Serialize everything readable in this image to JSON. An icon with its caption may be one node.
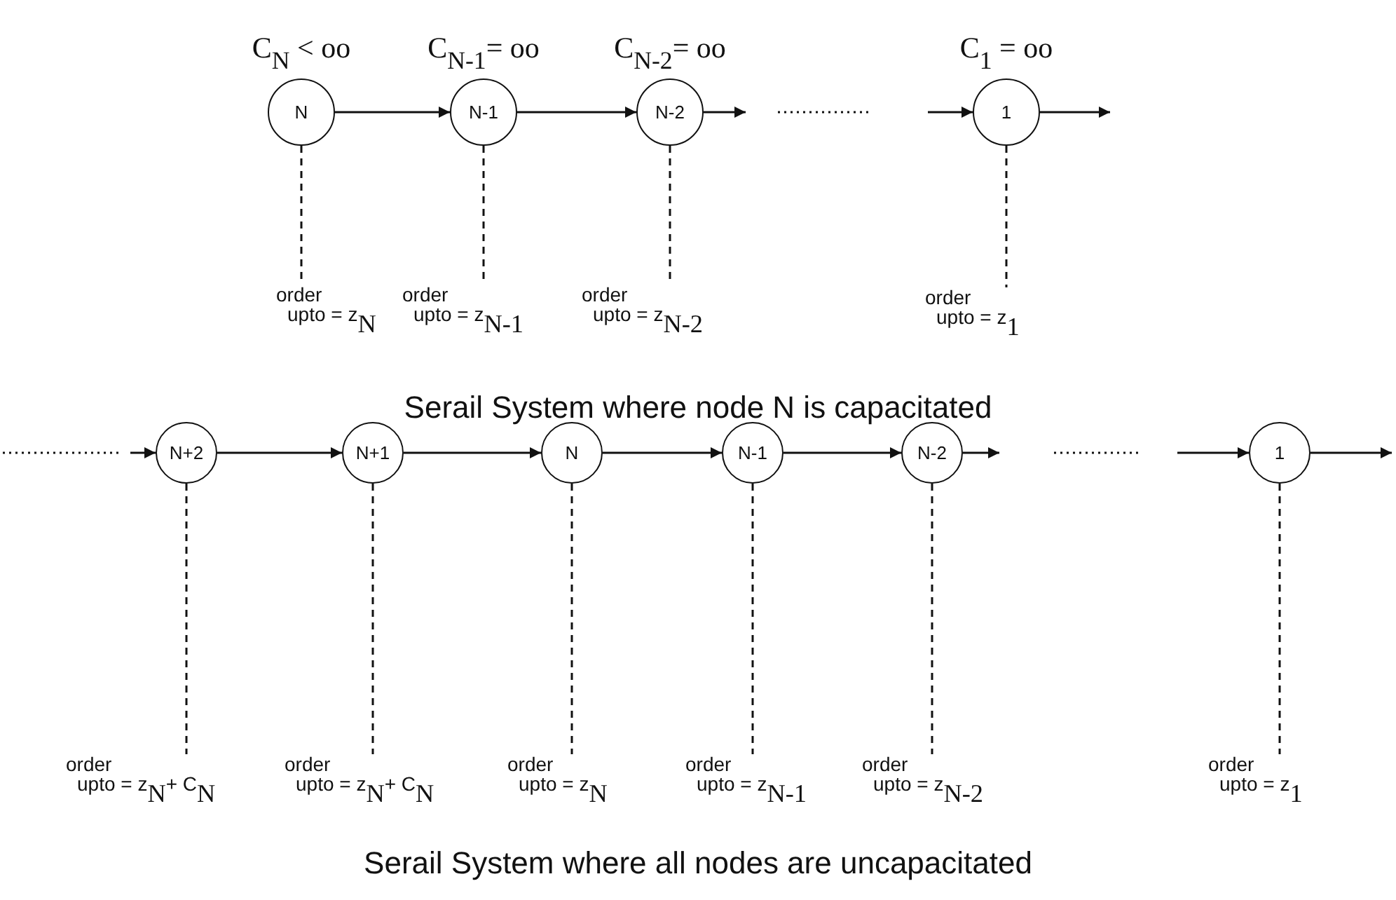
{
  "diagram": {
    "nodes": [
      {
        "text": [
          "N"
        ],
        "beside": [
          "C$_{N}$ < oo"
        ]
      },
      {
        "text": [
          "N-1"
        ],
        "beside": [
          "C$_{N-1}$= oo"
        ]
      },
      {
        "text": [
          "N-2"
        ],
        "beside": [
          "C$_{N-2}$= oo"
        ]
      },
      {
        "text": [
          "1"
        ],
        "beside": [
          "C$_{1}$ = oo"
        ]
      },
      {
        "text": [
          "N+2"
        ]
      },
      {
        "text": [
          "N+1"
        ]
      },
      {
        "text": [
          "N"
        ]
      },
      {
        "text": [
          "N-1"
        ]
      },
      {
        "text": [
          "N-2"
        ]
      },
      {
        "text": [
          "1"
        ]
      },
      {
        "text": [
          "order",
          "upto = z$_{N}$"
        ]
      },
      {
        "text": [
          "order",
          "upto = z$_{N-1}$"
        ]
      },
      {
        "text": [
          "order",
          "upto = z$_{N-2}$"
        ]
      },
      {
        "text": [
          "order",
          "upto = z$_{1}$"
        ]
      },
      {
        "text": [
          "order",
          "upto = z$_{N}$+ C$_{N}$"
        ]
      },
      {
        "text": [
          "order",
          "upto = z$_{N}$+ C$_{N}$"
        ]
      },
      {
        "text": [
          "order",
          "upto = z$_{N}$"
        ]
      },
      {
        "text": [
          "order",
          "upto = z$_{N-1}$"
        ]
      },
      {
        "text": [
          "order",
          "upto = z$_{N-2}$"
        ]
      },
      {
        "text": [
          "order",
          "upto = z$_{1}$"
        ]
      }
    ],
    "edges": [
      {
        "from": 0,
        "to": 1,
        "arrow": "to"
      },
      {
        "from": 1,
        "to": 2,
        "arrow": "to"
      },
      {
        "from": 2,
        "to": null,
        "arrow": "to"
      },
      {
        "from": null,
        "to": 3,
        "arrow": "to"
      },
      {
        "from": 3,
        "to": null,
        "arrow": "to"
      },
      {
        "from": null,
        "to": 4,
        "arrow": "to"
      },
      {
        "from": 4,
        "to": 5,
        "arrow": "to"
      },
      {
        "from": 5,
        "to": 6,
        "arrow": "to"
      },
      {
        "from": 6,
        "to": 7,
        "arrow": "to"
      },
      {
        "from": 7,
        "to": 8,
        "arrow": "to"
      },
      {
        "from": 8,
        "to": null,
        "arrow": "to"
      },
      {
        "from": null,
        "to": 9,
        "arrow": "to"
      },
      {
        "from": 9,
        "to": null,
        "arrow": "to"
      },
      {
        "from": 0,
        "to": 10,
        "arrow": "none",
        "style": "dashed"
      },
      {
        "from": 1,
        "to": 11,
        "arrow": "none",
        "style": "dashed"
      },
      {
        "from": 2,
        "to": 12,
        "arrow": "none",
        "style": "dashed"
      },
      {
        "from": 3,
        "to": 13,
        "arrow": "none",
        "style": "dashed"
      },
      {
        "from": 4,
        "to": 14,
        "arrow": "none",
        "style": "dashed"
      },
      {
        "from": 5,
        "to": 15,
        "arrow": "none",
        "style": "dashed"
      },
      {
        "from": 6,
        "to": 16,
        "arrow": "none",
        "style": "dashed"
      },
      {
        "from": 7,
        "to": 17,
        "arrow": "none",
        "style": "dashed"
      },
      {
        "from": 8,
        "to": 18,
        "arrow": "none",
        "style": "dashed"
      },
      {
        "from": 9,
        "to": 19,
        "arrow": "none",
        "style": "dashed"
      }
    ],
    "labels": [
      "Serail System where node N is capacitated",
      "Serail System where all nodes are uncapacitated"
    ]
  }
}
